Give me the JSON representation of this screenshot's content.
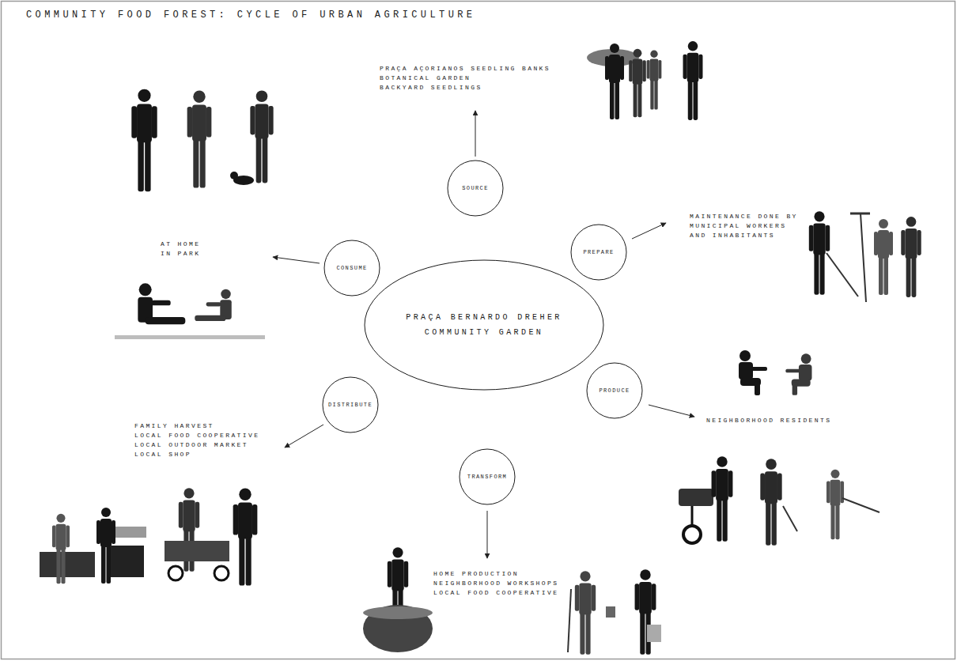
{
  "diagram": {
    "title": "COMMUNITY FOOD FOREST: CYCLE OF URBAN AGRICULTURE",
    "nodes": [
      {
        "text": [
          "PRAÇA BERNARDO DREHER COMMUNITY GARDEN"
        ]
      },
      {
        "text": [
          "SOURCE"
        ]
      },
      {
        "text": [
          "PREPARE"
        ]
      },
      {
        "text": [
          "PRODUCE"
        ]
      },
      {
        "text": [
          "TRANSFORM"
        ]
      },
      {
        "text": [
          "DISTRIBUTE"
        ]
      },
      {
        "text": [
          "CONSUME"
        ]
      }
    ],
    "labels": [
      "PRAÇA AÇORIANOS SEEDLING BANKS",
      "BOTANICAL GARDEN",
      "BACKYARD SEEDLINGS",
      "MAINTENANCE DONE BY MUNICIPAL WORKERS AND INHABITANTS",
      "NEIGHBORHOOD RESIDENTS",
      "HOME PRODUCTION",
      "NEIGHBORHOOD WORKSHOPS",
      "LOCAL FOOD COOPERATIVE",
      "FAMILY HARVEST",
      "LOCAL FOOD COOPERATIVE",
      "LOCAL OUTDOOR MARKET",
      "LOCAL SHOP",
      "AT HOME",
      "IN PARK"
    ]
  }
}
